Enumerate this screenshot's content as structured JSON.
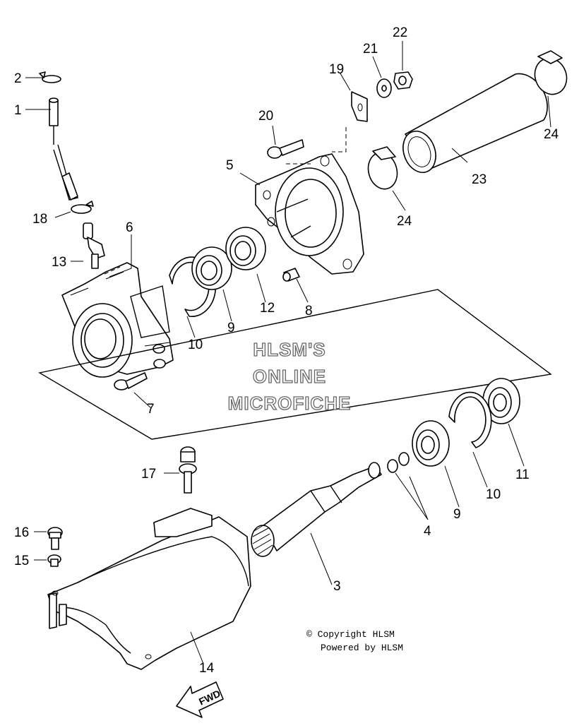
{
  "callouts": {
    "c1": "1",
    "c2": "2",
    "c3": "3",
    "c4": "4",
    "c5": "5",
    "c6": "6",
    "c7": "7",
    "c8": "8",
    "c9a": "9",
    "c9b": "9",
    "c10a": "10",
    "c10b": "10",
    "c11": "11",
    "c12": "12",
    "c13": "13",
    "c14": "14",
    "c15": "15",
    "c16": "16",
    "c17": "17",
    "c18": "18",
    "c19": "19",
    "c20": "20",
    "c21": "21",
    "c22": "22",
    "c23": "23",
    "c24a": "24",
    "c24b": "24"
  },
  "watermark": {
    "line1": "HLSM'S",
    "line2": "ONLINE",
    "line3": "MICROFICHE"
  },
  "copyright": {
    "line1": "© Copyright HLSM",
    "line2": "Powered by HLSM"
  },
  "fwd_label": "FWD"
}
